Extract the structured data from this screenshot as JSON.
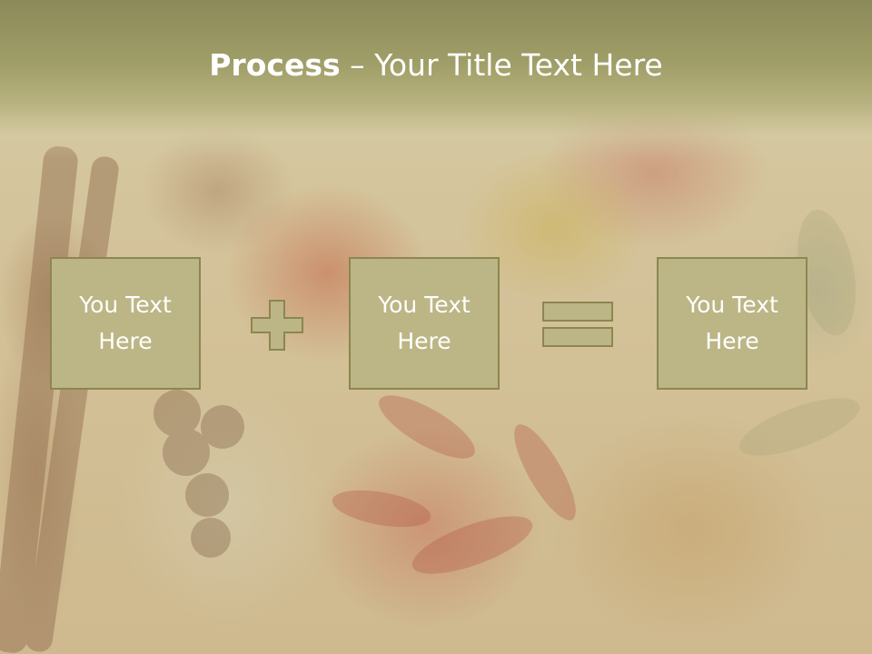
{
  "slide": {
    "title_bold": "Process",
    "title_rest": " – Your Title Text Here",
    "boxes": [
      {
        "text": "You Text Here"
      },
      {
        "text": "You Text Here"
      },
      {
        "text": "You Text Here"
      }
    ],
    "operators": [
      "plus-icon",
      "equals-icon"
    ],
    "colors": {
      "box_fill": "#bcb585",
      "box_border": "#8c8650",
      "header_band": "#8b8a59",
      "text": "#ffffff"
    }
  }
}
